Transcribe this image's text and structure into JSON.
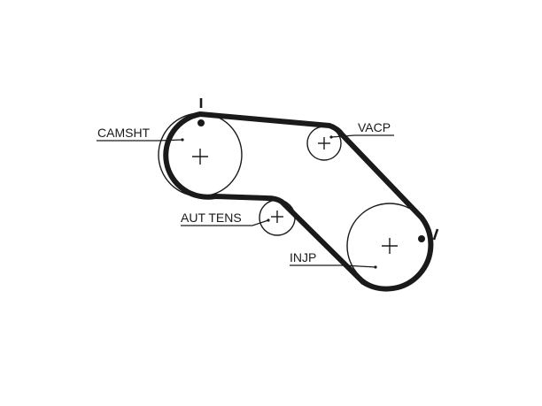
{
  "labels": {
    "camshaft": "CAMSHT",
    "vacuum_pump": "VACP",
    "auto_tensioner": "AUT TENS",
    "injection_pump": "INJP"
  },
  "colors": {
    "ink": "#1a1a1a",
    "background": "#ffffff"
  }
}
